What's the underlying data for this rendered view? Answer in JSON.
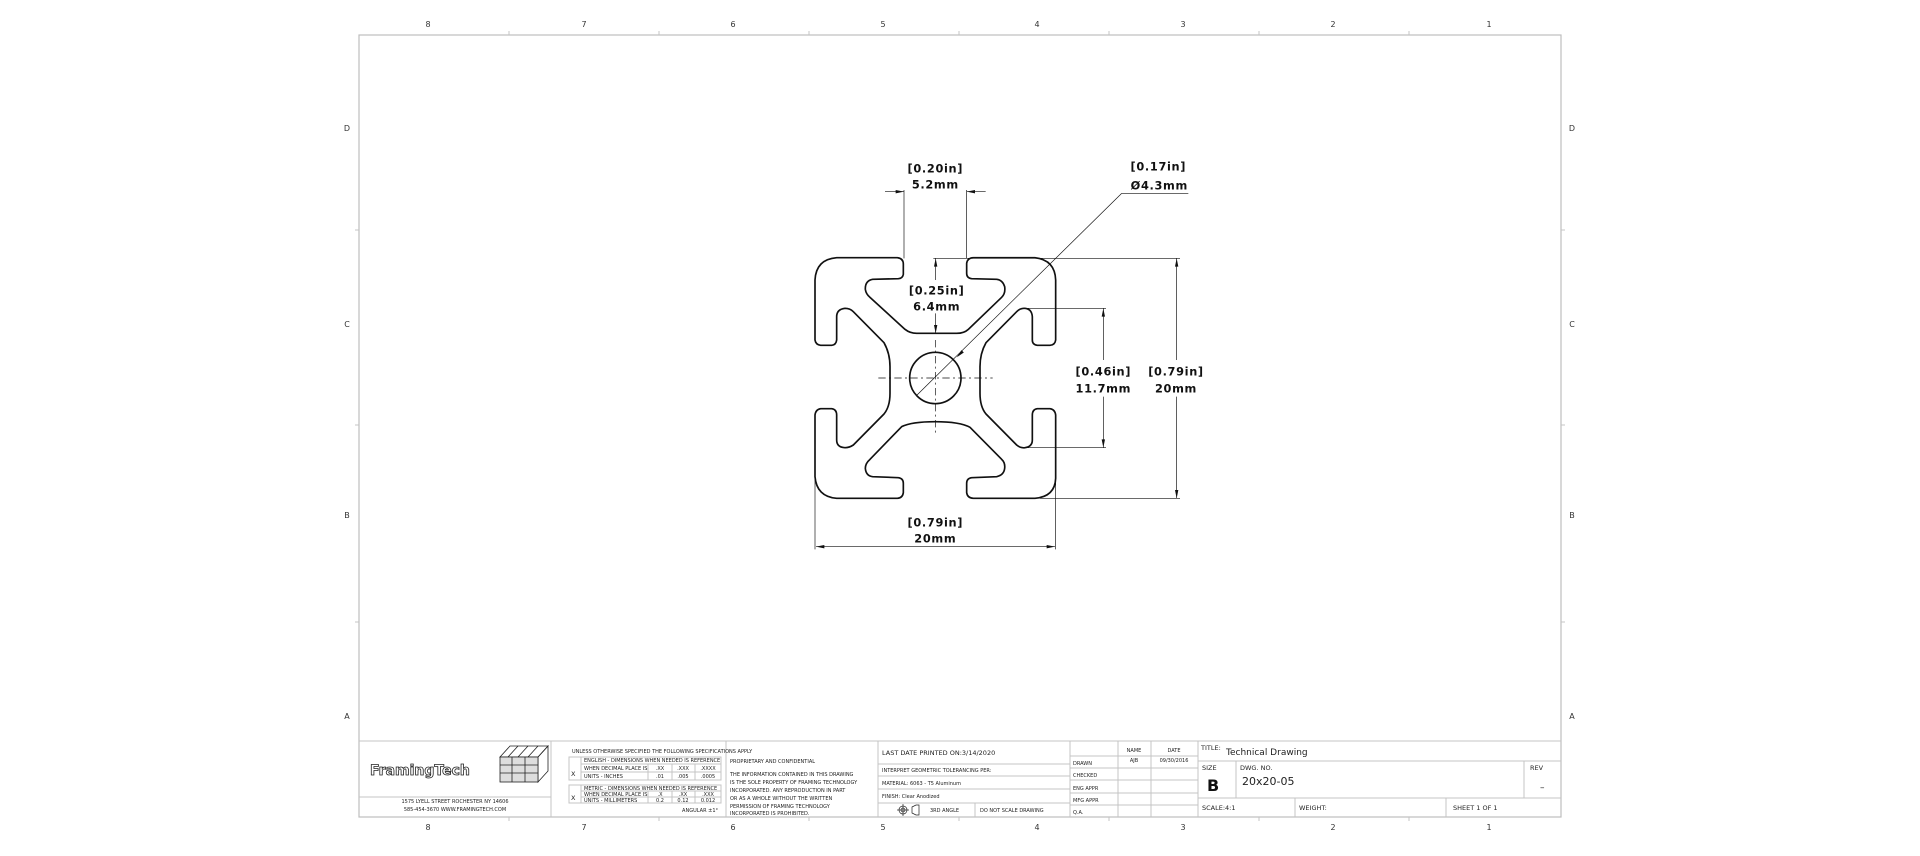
{
  "zones": {
    "columns": [
      "8",
      "7",
      "6",
      "5",
      "4",
      "3",
      "2",
      "1"
    ],
    "rows": [
      "D",
      "C",
      "B",
      "A"
    ]
  },
  "dimensions": {
    "slot_width": {
      "in": "[0.20in]",
      "mm": "5.2mm"
    },
    "hole_dia": {
      "in": "[0.17in]",
      "mm": "Ø4.3mm"
    },
    "slot_depth": {
      "in": "[0.25in]",
      "mm": "6.4mm"
    },
    "inner_span": {
      "in": "[0.46in]",
      "mm": "11.7mm"
    },
    "height": {
      "in": "[0.79in]",
      "mm": "20mm"
    },
    "width": {
      "in": "[0.79in]",
      "mm": "20mm"
    }
  },
  "title_block": {
    "logo": "FramingTech",
    "address": "1575 LYELL STREET  ROCHESTER  NY 14606",
    "contact": "585-454-3670  WWW.FRAMINGTECH.COM",
    "tolerance": {
      "header": "UNLESS OTHERWISE SPECIFIED THE FOLLOWING SPECIFICATIONS APPLY",
      "english": {
        "mark": "X",
        "title": "ENGLISH - DIMENSIONS WHEN NEEDED IS REFERENCE",
        "decimal_label": "WHEN DECIMAL PLACE IS",
        "decimals": [
          ".XX",
          ".XXX",
          ".XXXX"
        ],
        "units_label": "UNITS - INCHES",
        "values": [
          ".01",
          ".005",
          ".0005"
        ]
      },
      "metric": {
        "mark": "X",
        "title": "METRIC - DIMENSIONS WHEN NEEDED IS REFERENCE",
        "decimal_label": "WHEN DECIMAL PLACE IS",
        "decimals": [
          ".X",
          ".XX",
          ".XXX"
        ],
        "units_label": "UNITS - MILLIMETERS",
        "values": [
          "0.2",
          "0.12",
          "0.012"
        ]
      },
      "angular": "ANGULAR ±1°"
    },
    "proprietary": {
      "heading": "PROPRIETARY AND CONFIDENTIAL",
      "lines": [
        "THE INFORMATION CONTAINED IN THIS DRAWING",
        "IS THE SOLE PROPERTY OF FRAMING TECHNOLOGY",
        "INCORPORATED.  ANY REPRODUCTION IN PART",
        "OR AS A WHOLE WITHOUT THE WRITTEN",
        "PERMISSION OF FRAMING TECHNOLOGY",
        "INCORPORATED IS PROHIBITED."
      ]
    },
    "last_printed": "LAST DATE PRINTED ON:3/14/2020",
    "interpret": "INTERPRET GEOMETRIC TOLERANCING PER:",
    "material": "MATERIAL: 6063 - T5 Aluminum",
    "finish": "FINISH: Clear Anodized",
    "projection": "3RD ANGLE",
    "no_scale": "DO NOT SCALE DRAWING",
    "approvals": {
      "name_header": "NAME",
      "date_header": "DATE",
      "rows": [
        {
          "label": "DRAWN",
          "name": "AJB",
          "date": "09/30/2016"
        },
        {
          "label": "CHECKED",
          "name": "",
          "date": ""
        },
        {
          "label": "ENG APPR",
          "name": "",
          "date": ""
        },
        {
          "label": "MFG APPR",
          "name": "",
          "date": ""
        },
        {
          "label": "Q.A.",
          "name": "",
          "date": ""
        }
      ]
    },
    "title_label": "TITLE:",
    "title": "Technical Drawing",
    "size_label": "SIZE",
    "size": "B",
    "dwg_label": "DWG.  NO.",
    "dwg_no": "20x20-05",
    "rev_label": "REV",
    "rev": "–",
    "scale": "SCALE:4:1",
    "weight": "WEIGHT:",
    "sheet": "SHEET 1 OF 1"
  }
}
